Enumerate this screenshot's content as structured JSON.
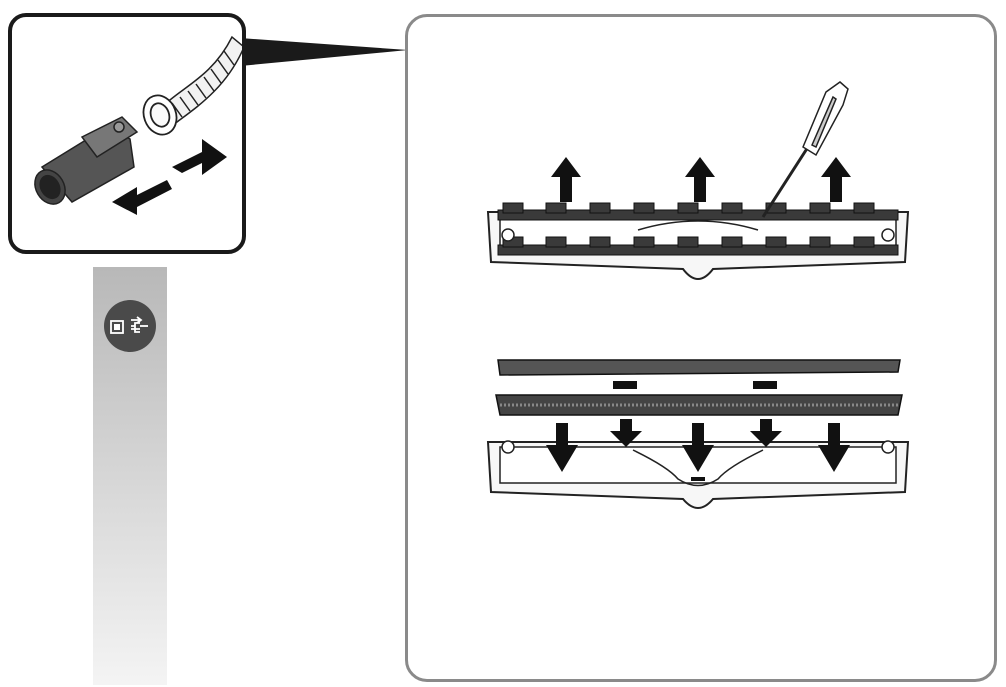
{
  "colors": {
    "panel_border_dark": "#1a1a1a",
    "panel_border_grey": "#8a8a8a",
    "arrow_fill": "#111111",
    "bar_grey": "#c4c4c4",
    "icon_circle": "#4a4a4a"
  },
  "icons": {
    "step_icon": "unplug-power-icon",
    "tool": "screwdriver-icon",
    "connector": "hose-connector-icon"
  },
  "arrows": {
    "lift": [
      "up",
      "up",
      "up"
    ],
    "insert": [
      "down",
      "down",
      "down",
      "down",
      "down"
    ],
    "connect": [
      "left",
      "right"
    ]
  }
}
